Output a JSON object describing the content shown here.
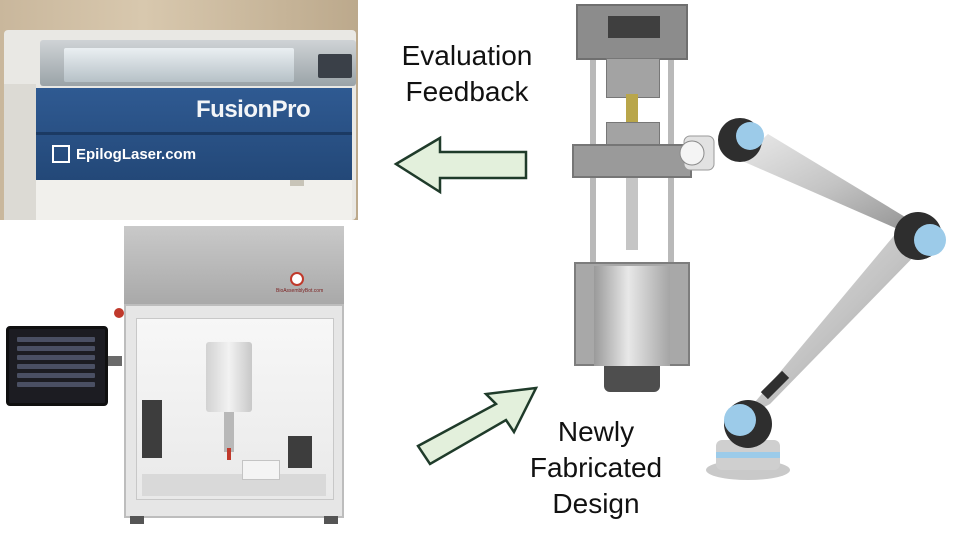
{
  "labels": {
    "evaluation_line1": "Evaluation",
    "evaluation_line2": "Feedback",
    "fabricated_line1": "Newly",
    "fabricated_line2": "Fabricated",
    "fabricated_line3": "Design"
  },
  "laser_cutter": {
    "model": "FusionPro",
    "brand": "EpilogLaser.com"
  },
  "bioprinter": {
    "brand": "BioAssemblyBot.com"
  },
  "colors": {
    "arrow_fill": "#e3f0dc",
    "arrow_stroke": "#1f3b2a",
    "robot_joint_accent": "#9ccbe9"
  },
  "icons": {
    "feedback_arrow": "arrow-left-icon",
    "fabrication_arrow": "arrow-up-right-icon"
  }
}
